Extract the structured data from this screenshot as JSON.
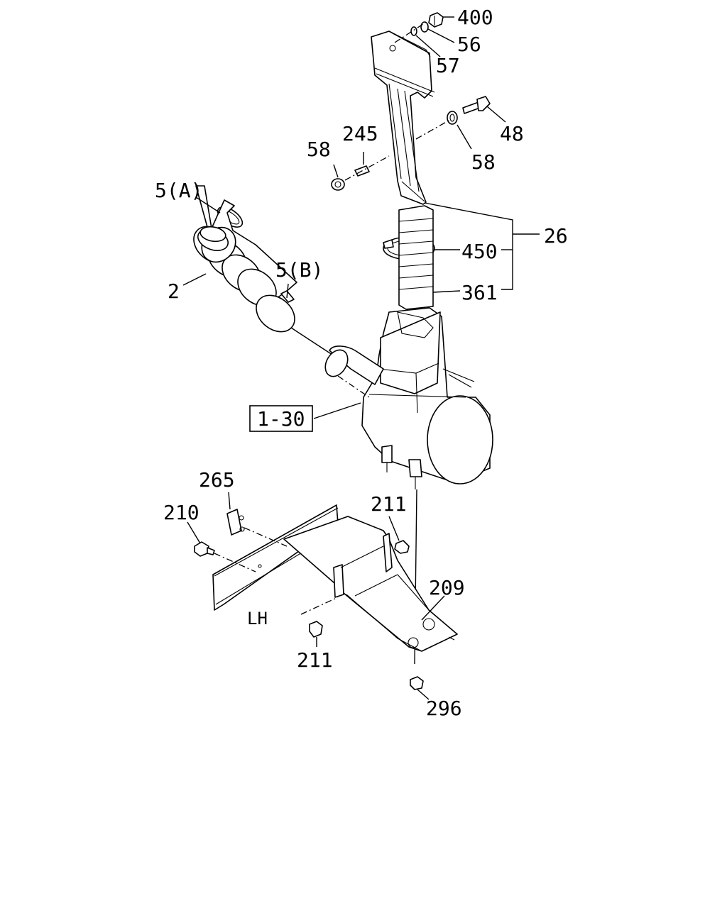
{
  "callouts": {
    "p400": "400",
    "p56": "56",
    "p57": "57",
    "p48": "48",
    "p58_right": "58",
    "p58_left": "58",
    "p245": "245",
    "p26": "26",
    "p5a": "5(A)",
    "p5b": "5(B)",
    "p2": "2",
    "p450": "450",
    "p361": "361",
    "p1_30": "1-30",
    "p265": "265",
    "p210": "210",
    "p211_top": "211",
    "p209": "209",
    "p211_bottom": "211",
    "p296": "296",
    "lh": "LH"
  },
  "colors": {
    "ink": "#000000",
    "paper": "#ffffff"
  }
}
